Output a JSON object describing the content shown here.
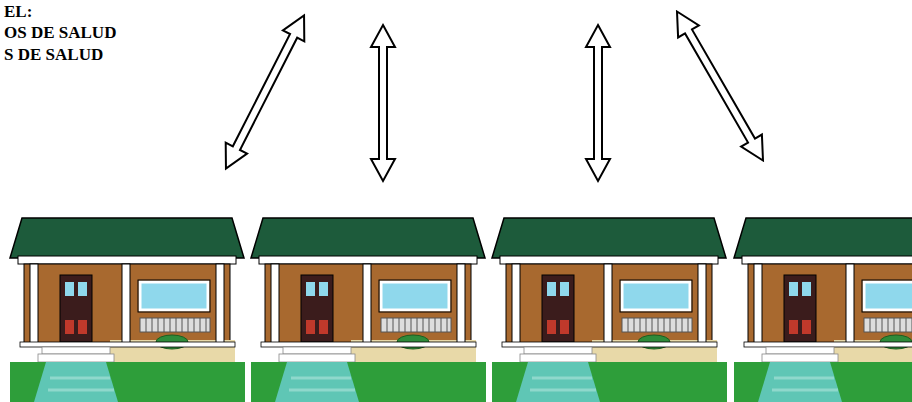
{
  "diagram": {
    "labels": [
      "EL:",
      "OS DE SALUD",
      "S DE SALUD"
    ]
  }
}
